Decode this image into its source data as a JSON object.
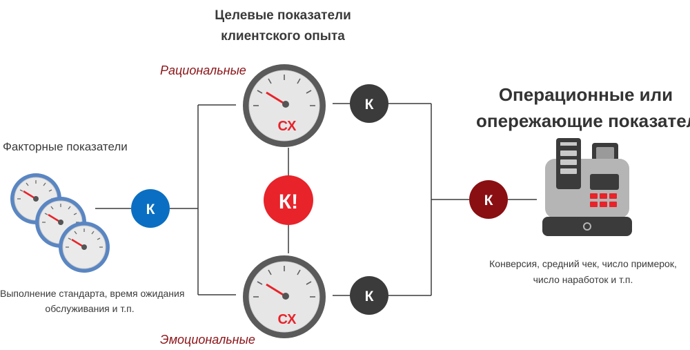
{
  "title": {
    "line1": "Целевые показатели",
    "line2": "клиентского опыта"
  },
  "rational_label": "Рациональные",
  "emotional_label": "Эмоциональные",
  "factor": {
    "title": "Факторные показатели",
    "desc_line1": "Выполнение стандарта, время ожидания",
    "desc_line2": "обслуживания и т.п."
  },
  "operational": {
    "title_line1": "Операционные или",
    "title_line2": "опережающие показатели",
    "desc_line1": "Конверсия, средний чек, число примерок,",
    "desc_line2": "число наработок и т.п."
  },
  "gauge_label": "СХ",
  "k_label": "К",
  "k_alert_label": "К!",
  "colors": {
    "blue_circle": "#0a6fc2",
    "dark_circle": "#3b3b3b",
    "red_circle": "#e8232a",
    "darkred_circle": "#8a0f12",
    "accent_text": "#8b1418",
    "gauge_ring": "#5a5a5a",
    "blue_gauge_ring": "#5a86c2"
  },
  "icons": [
    "speedometer-icon",
    "cash-register-icon"
  ]
}
